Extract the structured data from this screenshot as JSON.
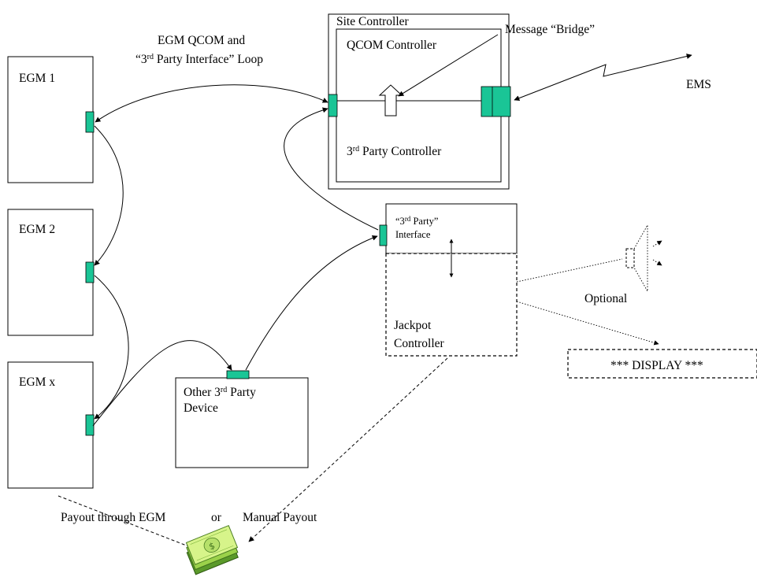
{
  "colors": {
    "port": "#1ac596",
    "stroke": "#000000",
    "cash_light": "#d7f48a",
    "cash_dark": "#5b9a2b"
  },
  "labels": {
    "loop_line1": "EGM QCOM and",
    "loop_line2_a": "“3",
    "loop_line2_sup": "rd",
    "loop_line2_b": " Party Interface” Loop",
    "message_bridge": "Message “Bridge”",
    "ems": "EMS",
    "site_controller": "Site Controller",
    "qcom_controller": "QCOM Controller",
    "third_party_controller_a": "3",
    "third_party_controller_sup": "rd",
    "third_party_controller_b": " Party Controller",
    "egm1": "EGM 1",
    "egm2": "EGM 2",
    "egmx": "EGM x",
    "interface_line1_a": "“3",
    "interface_line1_sup": "rd",
    "interface_line1_b": " Party”",
    "interface_line2": "Interface",
    "jackpot_line1": "Jackpot",
    "jackpot_line2": "Controller",
    "optional": "Optional",
    "display": "*** DISPLAY ***",
    "other_line1_a": "Other 3",
    "other_line1_sup": "rd",
    "other_line1_b": " Party",
    "other_line2": "Device",
    "payout_egm": "Payout through EGM",
    "or": "or",
    "manual_payout": "Manual Payout"
  },
  "icons": {
    "speaker": "speaker-icon",
    "money": "money-stack-icon"
  }
}
